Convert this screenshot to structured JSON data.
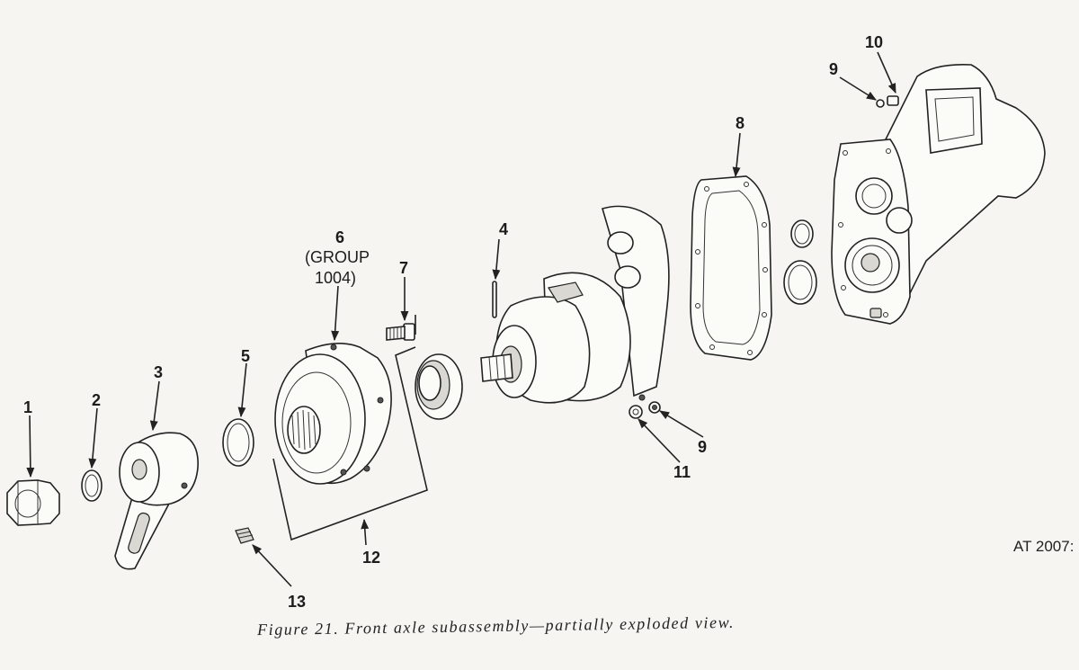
{
  "figure": {
    "caption": "Figure 21.  Front axle subassembly—partially exploded view.",
    "drawing_number": "AT 2007:"
  },
  "callouts": {
    "c1": "1",
    "c2": "2",
    "c3": "3",
    "c4": "4",
    "c5": "5",
    "c6": "6",
    "c6_group": "(GROUP",
    "c6_number": "1004)",
    "c7": "7",
    "c8": "8",
    "c9_top": "9",
    "c9_right": "9",
    "c10": "10",
    "c11": "11",
    "c12": "12",
    "c13": "13"
  },
  "parts": [
    "hex-plug",
    "ring",
    "lever-block",
    "o-ring",
    "front-cover-assembly",
    "bolt",
    "pin",
    "gasket",
    "nut",
    "washer",
    "oil-seal",
    "set-screw",
    "gear-housing"
  ]
}
